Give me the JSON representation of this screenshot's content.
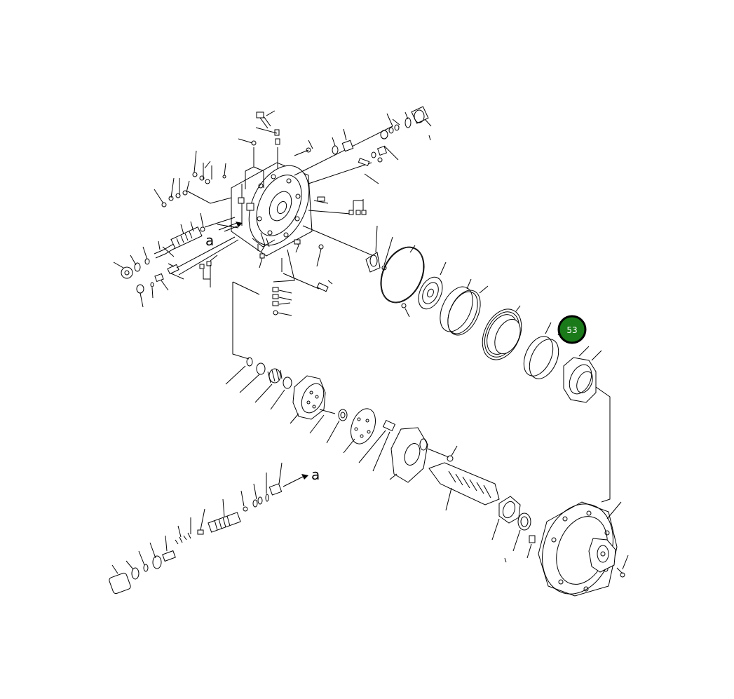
{
  "diagram": {
    "labels": {
      "upper_marker": "a",
      "lower_marker": "a"
    },
    "callout": {
      "number": "53",
      "fill_color": "#1a7a1a",
      "ring_color": "#000000"
    }
  }
}
